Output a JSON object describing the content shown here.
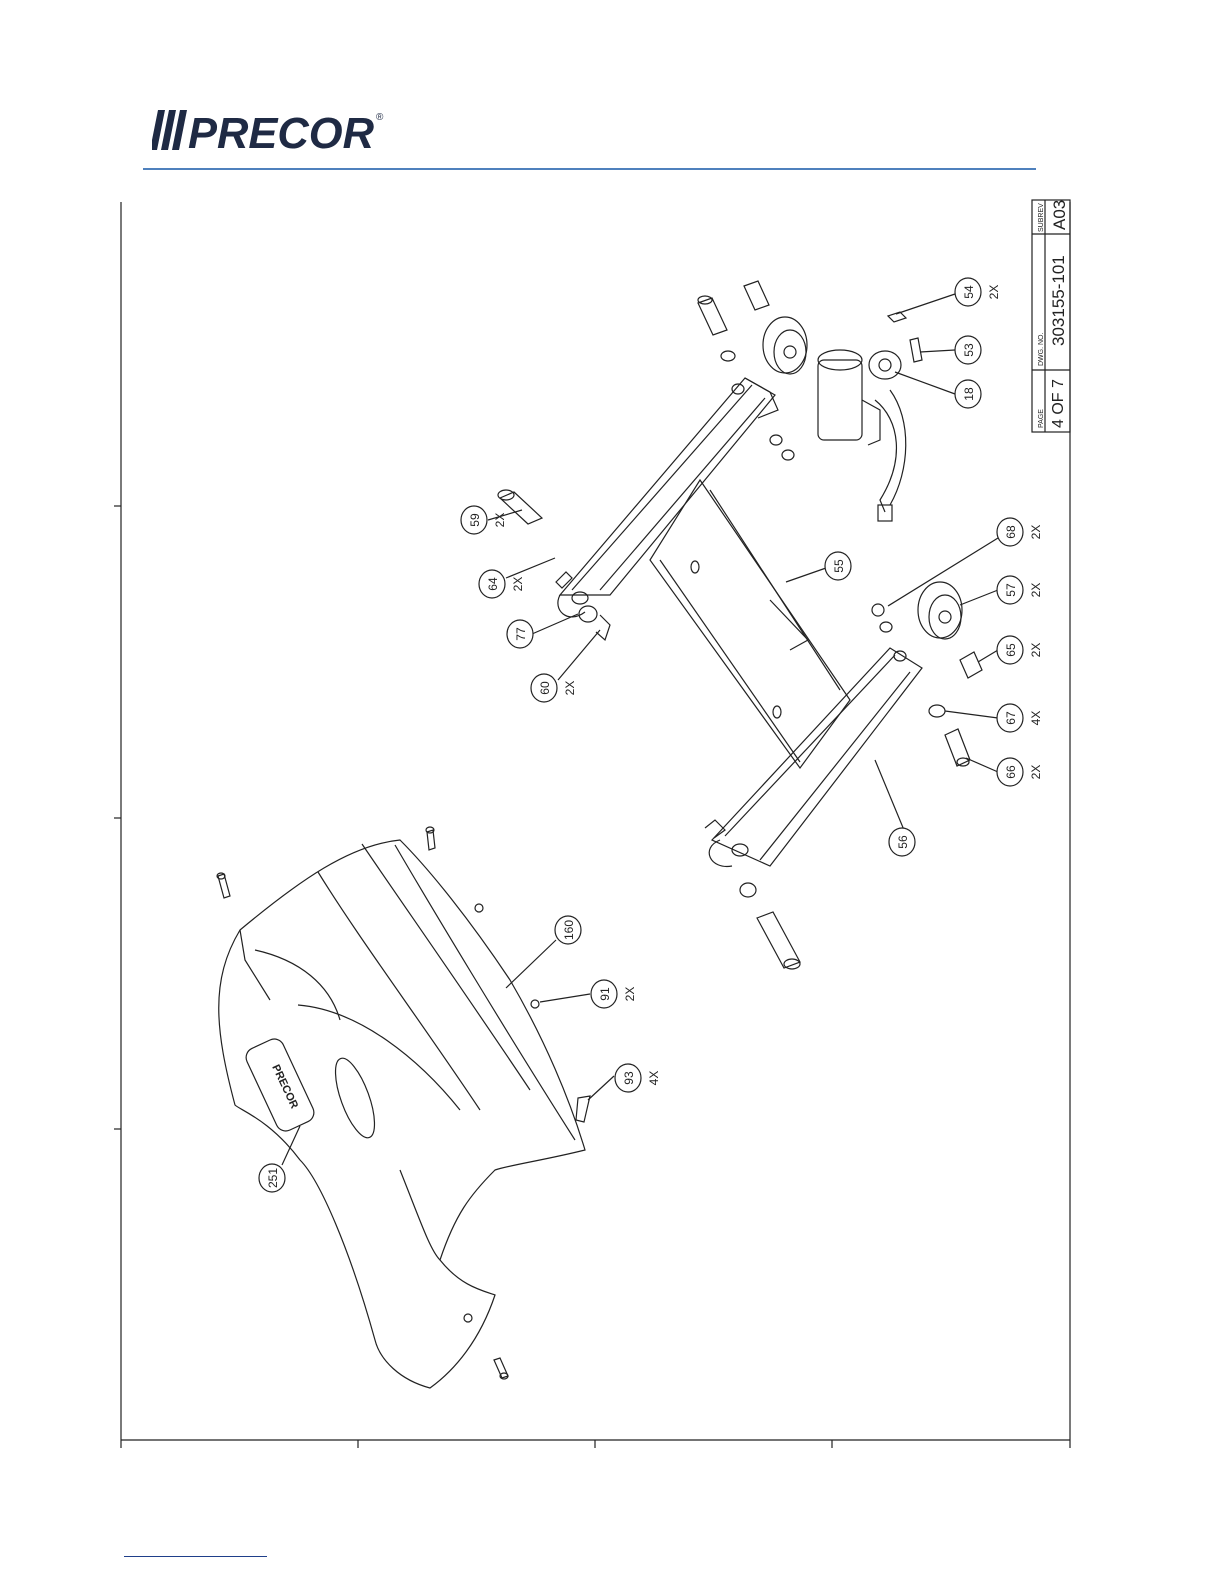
{
  "brand": {
    "name": "PRECOR",
    "registered_mark": "®",
    "accent_color": "#4f81bd"
  },
  "title_block": {
    "page_label": "PAGE",
    "page_value": "4 OF 7",
    "dwg_label": "DWG. NO.",
    "dwg_value": "303155-101",
    "subrev_label": "SUBREV",
    "subrev_value": "A03"
  },
  "callouts": [
    {
      "id": "54",
      "qty": "2X"
    },
    {
      "id": "53",
      "qty": ""
    },
    {
      "id": "18",
      "qty": ""
    },
    {
      "id": "59",
      "qty": "2X"
    },
    {
      "id": "64",
      "qty": "2X"
    },
    {
      "id": "77",
      "qty": ""
    },
    {
      "id": "60",
      "qty": "2X"
    },
    {
      "id": "55",
      "qty": ""
    },
    {
      "id": "68",
      "qty": "2X"
    },
    {
      "id": "57",
      "qty": "2X"
    },
    {
      "id": "65",
      "qty": "2X"
    },
    {
      "id": "67",
      "qty": "4X"
    },
    {
      "id": "66",
      "qty": "2X"
    },
    {
      "id": "56",
      "qty": ""
    },
    {
      "id": "160",
      "qty": ""
    },
    {
      "id": "91",
      "qty": "2X"
    },
    {
      "id": "93",
      "qty": "4X"
    },
    {
      "id": "251",
      "qty": ""
    }
  ],
  "cover_label": "PRECOR"
}
